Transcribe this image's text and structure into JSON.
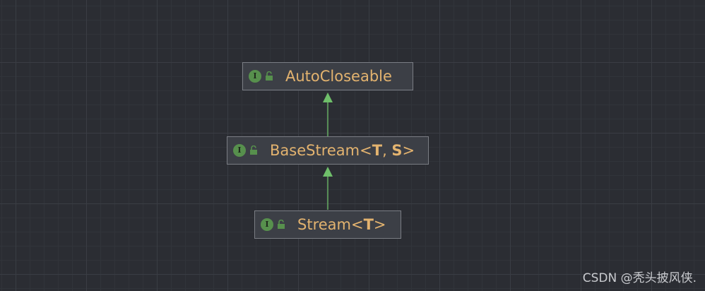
{
  "nodes": [
    {
      "id": "autocloseable",
      "name": "AutoCloseable",
      "type_params": [],
      "icon": "interface-icon",
      "icon_letter": "I",
      "visibility_icon": "unlocked-icon"
    },
    {
      "id": "basestream",
      "name": "BaseStream",
      "type_params": [
        "T",
        "S"
      ],
      "icon": "interface-icon",
      "icon_letter": "I",
      "visibility_icon": "unlocked-icon"
    },
    {
      "id": "stream",
      "name": "Stream",
      "type_params": [
        "T"
      ],
      "icon": "interface-icon",
      "icon_letter": "I",
      "visibility_icon": "unlocked-icon"
    }
  ],
  "edges": [
    {
      "from": "basestream",
      "to": "autocloseable",
      "relation": "extends"
    },
    {
      "from": "stream",
      "to": "basestream",
      "relation": "extends"
    }
  ],
  "colors": {
    "background": "#2b2d33",
    "node_fill": "#3c3f46",
    "node_border": "#7a7d84",
    "label": "#e3b36f",
    "interface_icon": "#57904d",
    "edge": "#6fbf6a"
  },
  "watermark": "CSDN @秃头披风侠."
}
